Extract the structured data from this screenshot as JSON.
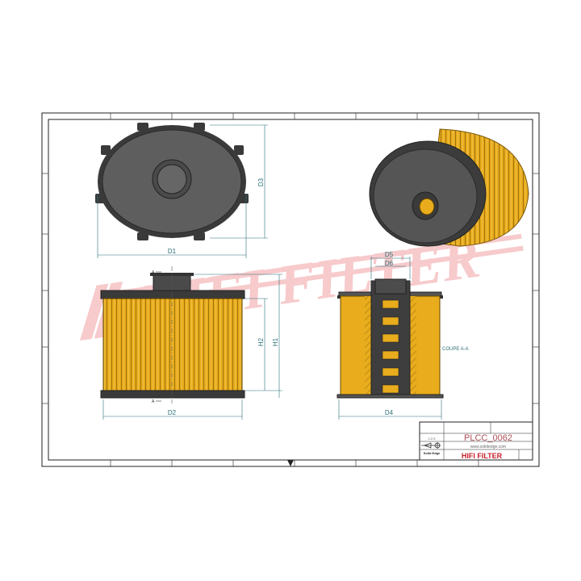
{
  "drawing": {
    "dimensions": {
      "d1": "D1",
      "d2": "D2",
      "d3": "D3",
      "d4": "D4",
      "d5": "D5",
      "d6": "D6",
      "h1": "H1",
      "h2": "H2"
    },
    "section_marker": "A",
    "section_label": "COUPE A-A",
    "watermark": "HIFI FILTER"
  },
  "title_block": {
    "part_number": "PLCC_0062",
    "website": "www.solidedge.com",
    "brand": "HIFI FILTER",
    "scale": "1:2.5",
    "software": "Solid Edge"
  },
  "colors": {
    "filter_media": "#e8ac1c",
    "body": "#4a4a4a",
    "dimension": "#2a6f78",
    "brand": "#c8202a"
  }
}
